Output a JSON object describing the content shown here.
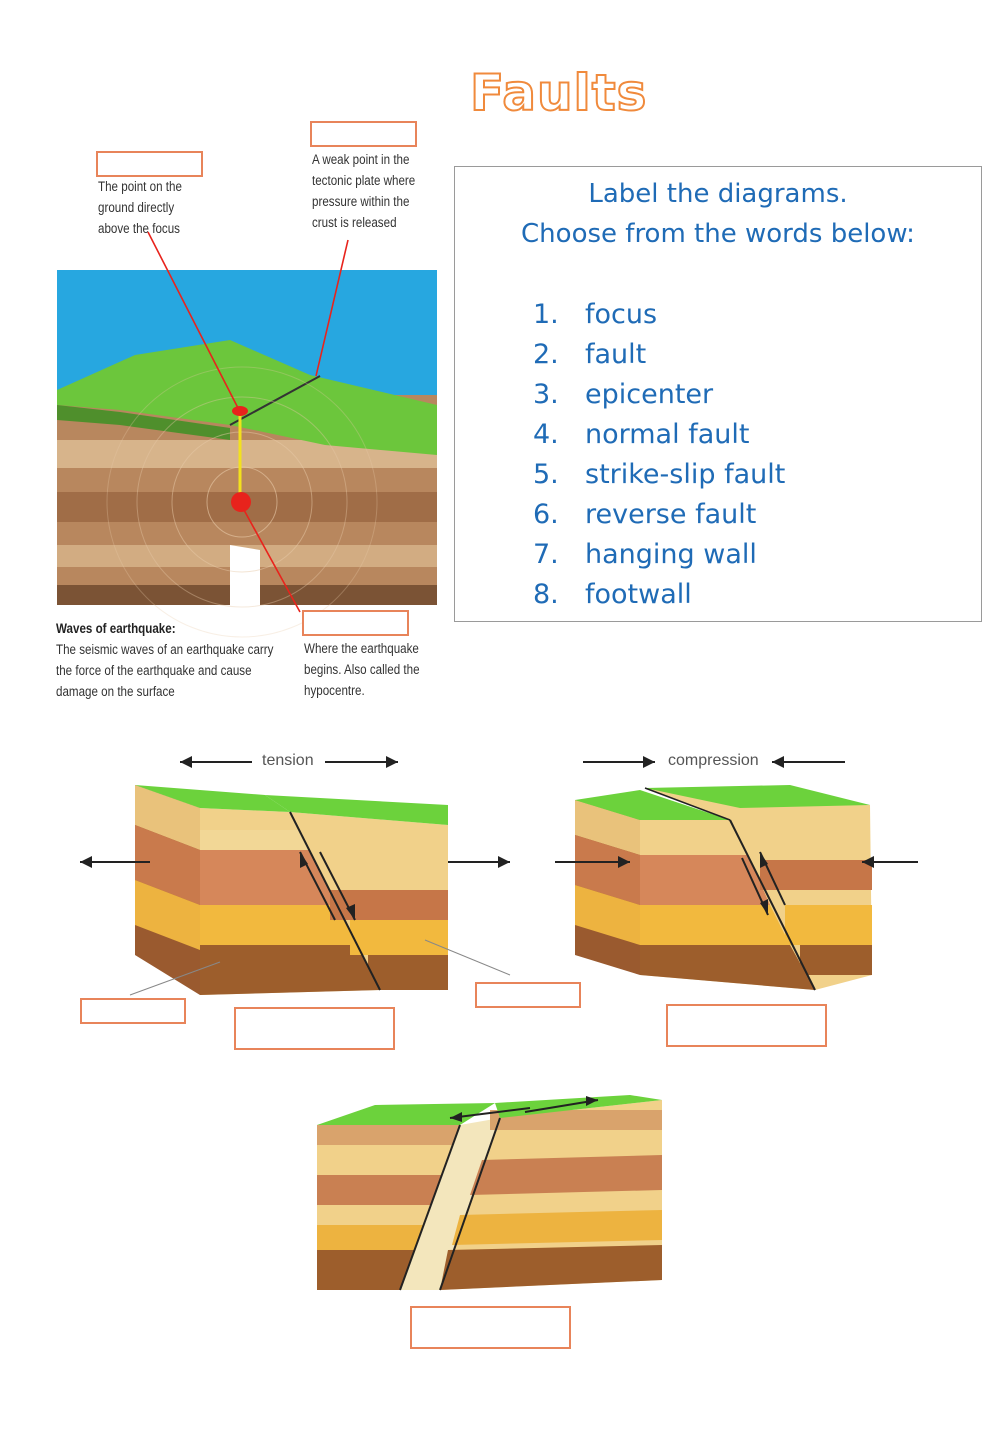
{
  "title": "Faults",
  "instructions": {
    "line1": "Label the diagrams.",
    "line2": "Choose from the words below:",
    "words": [
      {
        "num": "1.",
        "label": "focus"
      },
      {
        "num": "2.",
        "label": "fault"
      },
      {
        "num": "3.",
        "label": "epicenter"
      },
      {
        "num": "4.",
        "label": "normal fault"
      },
      {
        "num": "5.",
        "label": "strike-slip fault"
      },
      {
        "num": "6.",
        "label": "reverse fault"
      },
      {
        "num": "7.",
        "label": "hanging wall"
      },
      {
        "num": "8.",
        "label": "footwall"
      }
    ]
  },
  "earthquake": {
    "epicenter_desc": [
      "The point on the",
      "ground directly",
      "above the focus"
    ],
    "fault_desc": [
      "A weak point in the",
      "tectonic plate where",
      "pressure within the",
      "crust is released"
    ],
    "waves_title": "Waves of earthquake:",
    "waves_desc": [
      "The seismic waves of an earthquake carry",
      "the force of the earthquake and cause",
      "damage on the surface"
    ],
    "focus_desc": [
      "Where the earthquake",
      "begins. Also called the",
      "hypocentre."
    ]
  },
  "forces": {
    "tension": "tension",
    "compression": "compression"
  },
  "colors": {
    "title_outline": "#f08a3c",
    "instruction_text": "#1f6bb6",
    "answer_box_border": "#e8845a",
    "sky": "#27a7e0",
    "grass": "#6cc63c"
  }
}
